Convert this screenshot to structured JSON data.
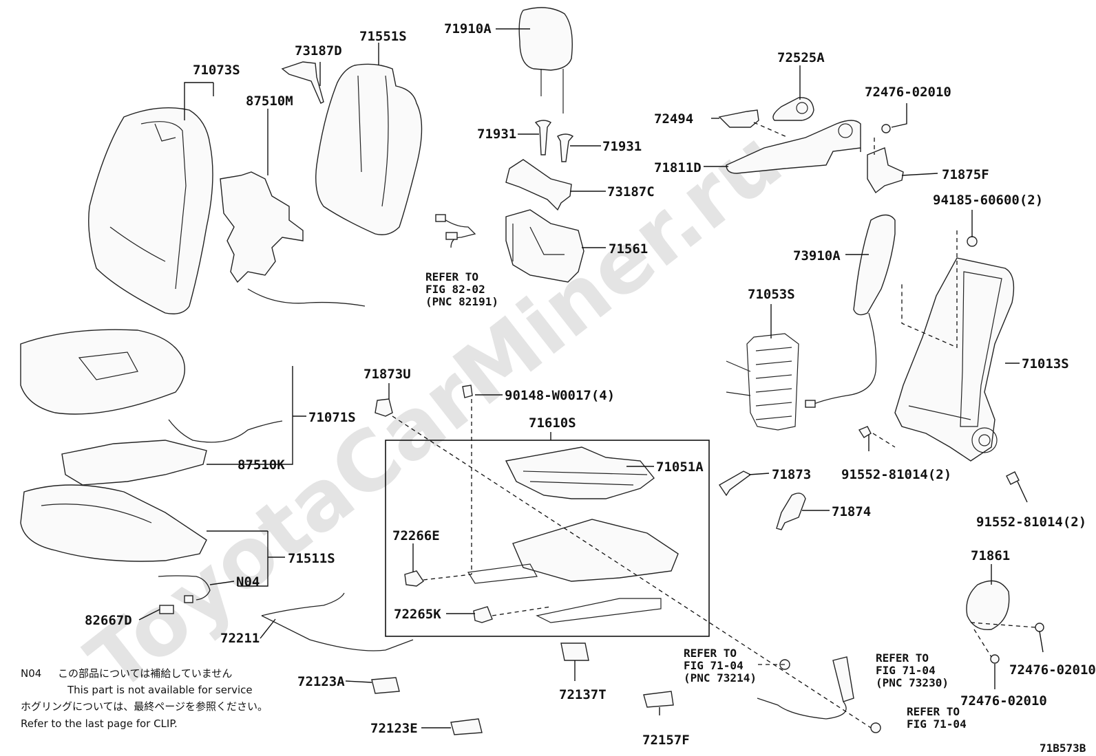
{
  "watermark": "ToyotaCarMiner.ru",
  "figure_id": "71B573B",
  "labels": {
    "p71910A": "71910A",
    "p73187D": "73187D",
    "p71551S": "71551S",
    "p71073S": "71073S",
    "p87510M": "87510M",
    "p72525A": "72525A",
    "p72476_1": "72476-02010",
    "p72494": "72494",
    "p71931a": "71931",
    "p71931b": "71931",
    "p71811D": "71811D",
    "p71875F": "71875F",
    "p73187C": "73187C",
    "p94185": "94185-60600(2)",
    "p71561": "71561",
    "p73910A": "73910A",
    "p71053S": "71053S",
    "p71013S": "71013S",
    "p71873U": "71873U",
    "p90148": "90148-W0017(4)",
    "p71071S": "71071S",
    "p71610S": "71610S",
    "p71051A": "71051A",
    "p87510K": "87510K",
    "p71873": "71873",
    "p91552a": "91552-81014(2)",
    "p91552b": "91552-81014(2)",
    "p71874": "71874",
    "p72266E": "72266E",
    "p71511S": "71511S",
    "p71861": "71861",
    "pN04": "N04",
    "p72265K": "72265K",
    "p82667D": "82667D",
    "p72211": "72211",
    "p72476_2": "72476-02010",
    "p72476_3": "72476-02010",
    "p72123A": "72123A",
    "p72137T": "72137T",
    "p72157F": "72157F",
    "p72123E": "72123E"
  },
  "refs": {
    "r1": [
      "REFER TO",
      "FIG 82-02",
      "(PNC 82191)"
    ],
    "r2": [
      "REFER TO",
      "FIG 71-04",
      "(PNC 73214)"
    ],
    "r3": [
      "REFER TO",
      "FIG 71-04",
      "(PNC 73230)"
    ],
    "r4": [
      "REFER TO",
      "FIG 71-04"
    ]
  },
  "notes": {
    "n04_code": "N04",
    "n04_jp": "この部品については補給していません",
    "n04_en": "This part is not available for service",
    "clip_jp": "ホグリングについては、最終ページを参照ください。",
    "clip_en": "Refer to the last page for CLIP."
  }
}
